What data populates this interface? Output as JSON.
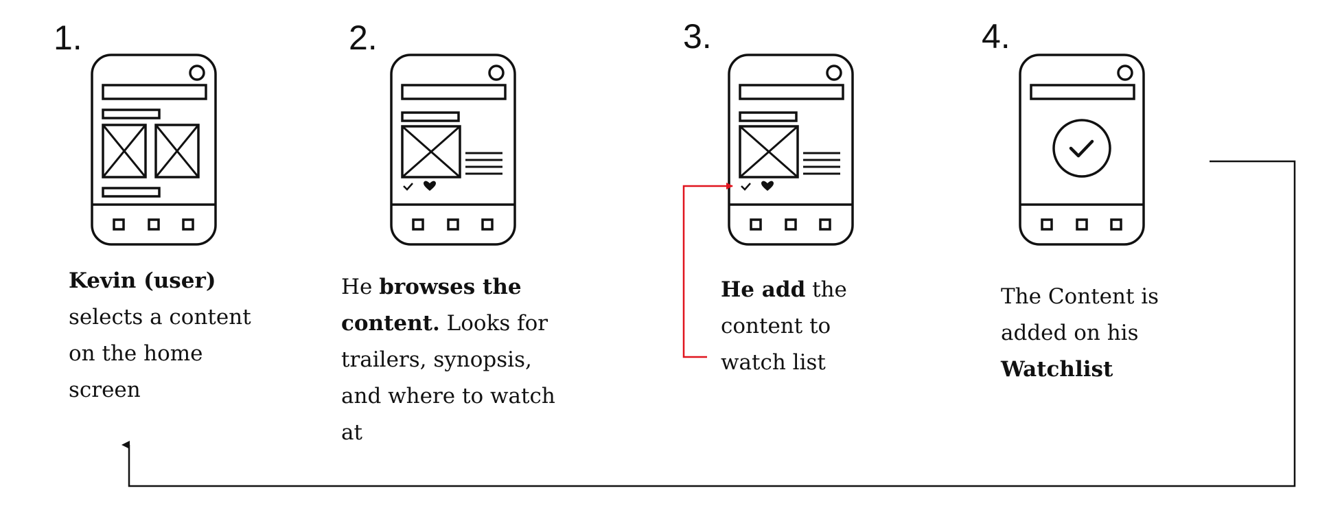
{
  "steps": [
    {
      "number": "1.",
      "screen": "home",
      "caption": {
        "bold": "Kevin (user)",
        "rest": "selects a content on the home screen"
      }
    },
    {
      "number": "2.",
      "screen": "detail",
      "caption": {
        "pre": "He",
        "bold": "browses the content.",
        "rest": "Looks for trailers, synopsis, and where to watch at"
      }
    },
    {
      "number": "3.",
      "screen": "detail",
      "caption": {
        "bold": "He add",
        "rest": "the content to watch list"
      }
    },
    {
      "number": "4.",
      "screen": "confirmation",
      "caption": {
        "pre": "The Content is added on his",
        "bold": "Watchlist"
      }
    }
  ],
  "colors": {
    "ink": "#111111",
    "highlight": "#e0141e"
  },
  "icons": [
    "check-icon",
    "heart-icon",
    "check-circle-icon"
  ]
}
